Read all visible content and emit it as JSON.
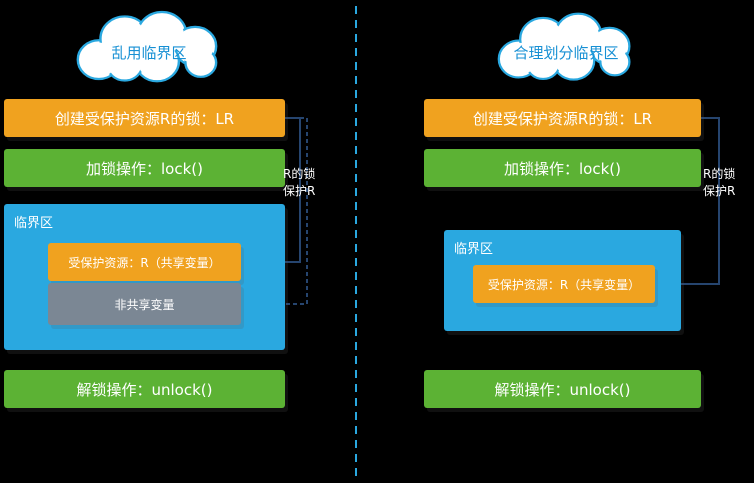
{
  "left": {
    "cloud_title": "乱用临界区",
    "create_lock_label": "创建受保护资源R的锁：LR",
    "lock_label": "加锁操作：lock()",
    "critical_section_label": "临界区",
    "protected_resource_label": "受保护资源：R（共享变量）",
    "non_shared_label": "非共享变量",
    "unlock_label": "解锁操作：unlock()",
    "annotation": {
      "line1": "R的锁",
      "line2": "保护R"
    }
  },
  "right": {
    "cloud_title": "合理划分临界区",
    "create_lock_label": "创建受保护资源R的锁：LR",
    "lock_label": "加锁操作：lock()",
    "critical_section_label": "临界区",
    "protected_resource_label": "受保护资源：R（共享变量）",
    "unlock_label": "解锁操作：unlock()",
    "annotation": {
      "line1": "R的锁",
      "line2": "保护R"
    }
  },
  "colors": {
    "background": "#000000",
    "orange": "#F0A21F",
    "green": "#5CB234",
    "blue": "#2AA8E0",
    "gray": "#7B8794",
    "cloud_text": "#1790D4",
    "connector": "#26456F"
  }
}
